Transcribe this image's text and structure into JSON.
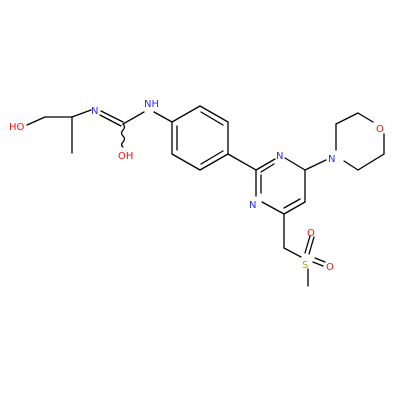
{
  "molecule": {
    "atom_labels": {
      "hydroxyl_left": "HO",
      "urea_n_left": "N",
      "urea_nh": "NH",
      "urea_oh": "OH",
      "pyrimidine_n_top": "N",
      "pyrimidine_n_bottom": "N",
      "morpholine_n": "N",
      "morpholine_o": "O",
      "sulfur": "S",
      "sulfonyl_o_top": "O",
      "sulfonyl_o_right": "O"
    },
    "colors": {
      "bond": "#000000",
      "nitrogen": "#2a2aff",
      "oxygen": "#ff0d0d",
      "sulfur": "#b8a200"
    }
  }
}
